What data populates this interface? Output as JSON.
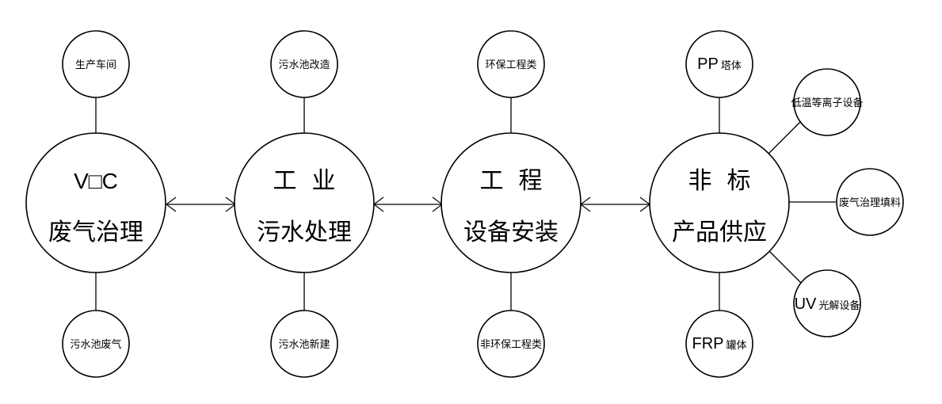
{
  "main_nodes": [
    {
      "id": "voc",
      "line1": "V□C",
      "line2": "废气治理"
    },
    {
      "id": "wastewater",
      "line1": "工  业",
      "line2": "污水处理"
    },
    {
      "id": "engineering",
      "line1": "工  程",
      "line2": "设备安装"
    },
    {
      "id": "nonstandard",
      "line1": "非  标",
      "line2": "产品供应"
    }
  ],
  "sub_nodes": {
    "voc_top": "生产车间",
    "voc_bottom": "污水池废气",
    "wastewater_top": "污水池改造",
    "wastewater_bottom": "污水池新建",
    "engineering_top": "环保工程类",
    "engineering_bottom": "非环保工程类",
    "ns_top_prefix": "PP",
    "ns_top_suffix": "塔体",
    "ns_upper_right": "低温等离子设备",
    "ns_right": "废气治理填料",
    "ns_lower_right_prefix": "UV",
    "ns_lower_right_suffix": "光解设备",
    "ns_bottom_prefix": "FRP",
    "ns_bottom_suffix": "罐体"
  }
}
